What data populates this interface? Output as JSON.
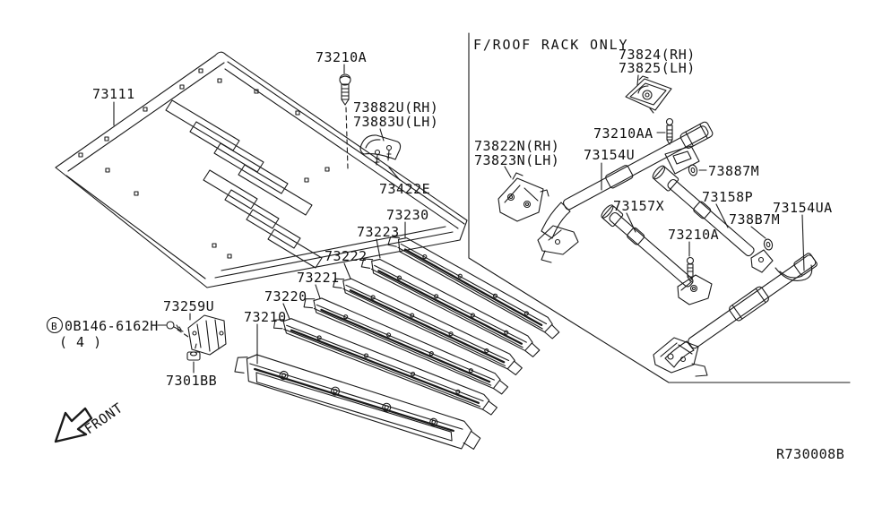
{
  "page": {
    "background": "#ffffff",
    "line_color": "#1a1a1a"
  },
  "rack_section": {
    "note": "F/ROOF RACK ONLY"
  },
  "labels": {
    "roof_panel": "73111",
    "screw_top": "73210A",
    "corner_bracket_rh": "73882U(RH)",
    "corner_bracket_lh": "73883U(LH)",
    "clip": "73422E",
    "bow_73230": "73230",
    "bow_73223": "73223",
    "bow_73222": "73222",
    "bow_73221": "73221",
    "bow_73220": "73220",
    "bow_73210": "73210",
    "side_bracket": "73259U",
    "hardware_mark": "B",
    "hardware_code": "0B146-6162H",
    "hardware_qty": "( 4 )",
    "nut": "7301BB",
    "front": "FRONT",
    "rack_corner_rh": "73824(RH)",
    "rack_corner_lh": "73825(LH)",
    "rack_screw_long": "73210AA",
    "rack_rail_front": "73154U",
    "rack_washer_front": "73887M",
    "rack_mount_rh": "73822N(RH)",
    "rack_mount_lh": "73823N(LH)",
    "rack_crossbar_x": "73157X",
    "rack_crossbar_p": "73158P",
    "rack_screw": "73210A",
    "rack_washer_rear": "738B7M",
    "rack_rail_rear": "73154UA"
  },
  "footer": {
    "ref_code": "R730008B"
  }
}
